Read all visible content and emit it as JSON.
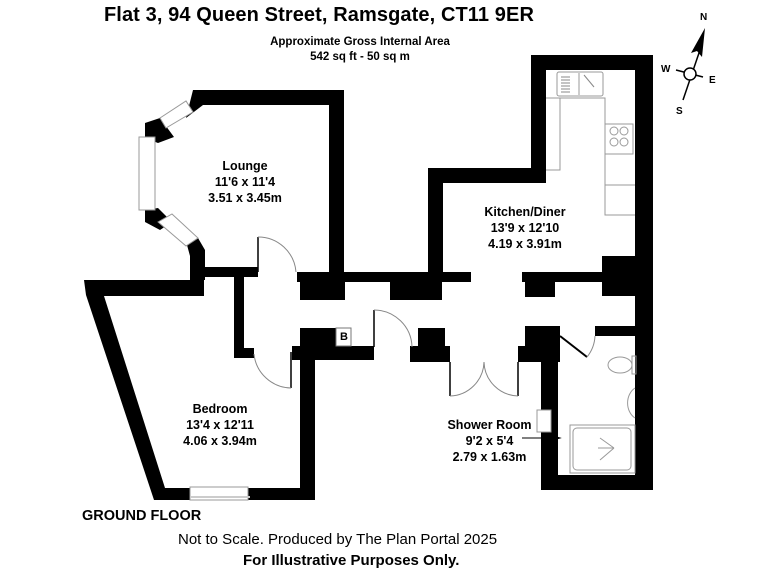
{
  "header": {
    "title": "Flat 3, 94 Queen Street, Ramsgate, CT11 9ER",
    "area_label": "Approximate Gross Internal Area",
    "area_value": "542 sq ft - 50 sq m"
  },
  "compass": {
    "north": "N",
    "south": "S",
    "east": "E",
    "west": "W"
  },
  "rooms": [
    {
      "name": "Lounge",
      "imperial": "11'6 x 11'4",
      "metric": "3.51 x 3.45m"
    },
    {
      "name": "Kitchen/Diner",
      "imperial": "13'9 x 12'10",
      "metric": "4.19 x 3.91m"
    },
    {
      "name": "Bedroom",
      "imperial": "13'4 x 12'11",
      "metric": "4.06 x 3.94m"
    },
    {
      "name": "Shower Room",
      "imperial": "9'2 x 5'4",
      "metric": "2.79 x 1.63m"
    }
  ],
  "markers": {
    "boiler": "B"
  },
  "footer": {
    "floor": "GROUND FLOOR",
    "disclaimer": "Not to Scale. Produced by The Plan Portal 2025",
    "note": "For Illustrative Purposes Only."
  },
  "colors": {
    "wall": "#000000",
    "fixture_line": "#888888",
    "background": "#ffffff"
  }
}
